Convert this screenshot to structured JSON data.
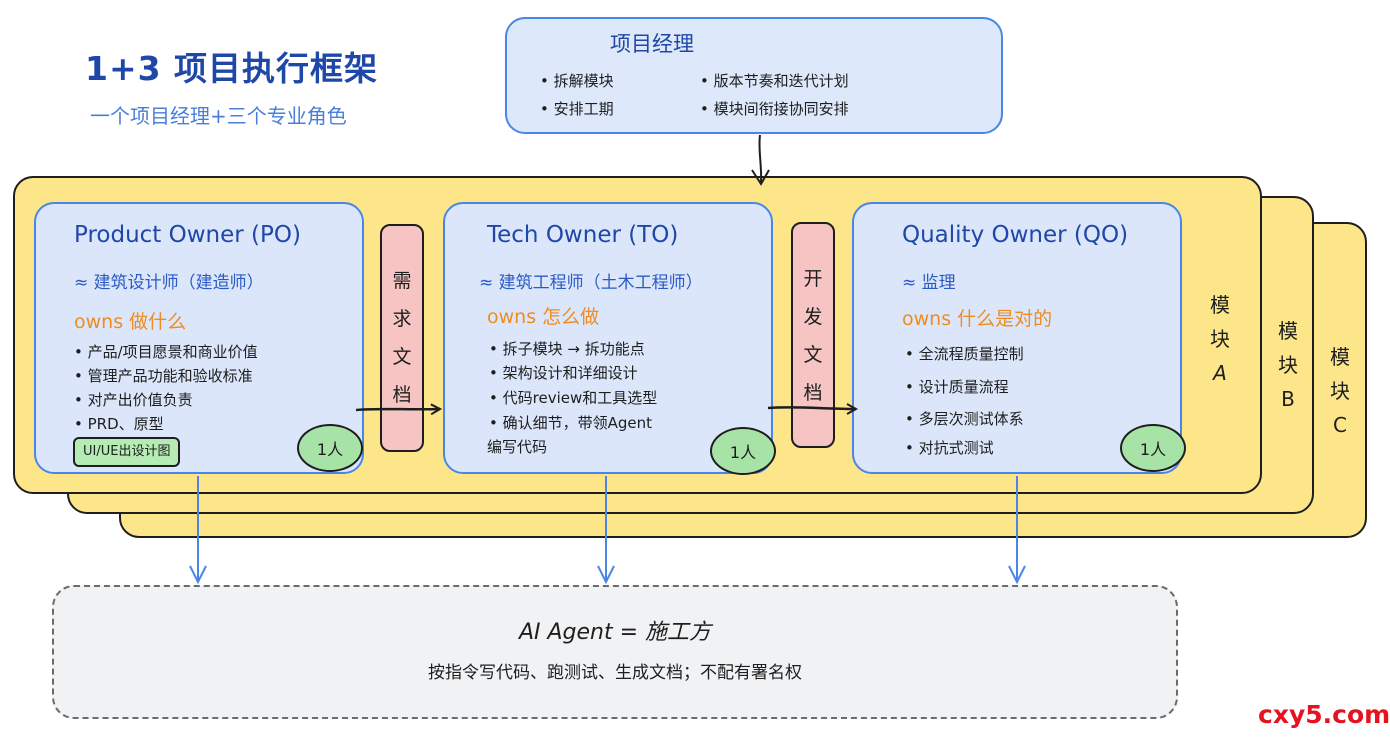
{
  "header": {
    "title": "1+3 项目执行框架",
    "subtitle": "一个项目经理+三个专业角色"
  },
  "project_manager": {
    "title": "项目经理",
    "left_items": [
      "拆解模块",
      "安排工期"
    ],
    "right_items": [
      "版本节奏和迭代计划",
      "模块间衔接协同安排"
    ]
  },
  "modules": [
    {
      "label": [
        "模",
        "块",
        "A"
      ]
    },
    {
      "label": [
        "模",
        "块",
        "B"
      ]
    },
    {
      "label": [
        "模",
        "块",
        "C"
      ]
    }
  ],
  "roles": [
    {
      "title": "Product Owner (PO)",
      "analogy": "≈ 建筑设计师（建造师）",
      "owns": "owns 做什么",
      "items": [
        "产品/项目愿景和商业价值",
        "管理产品功能和验收标准",
        "对产出价值负责",
        "PRD、原型"
      ],
      "tag": "UI/UE出设计图",
      "headcount": "1人"
    },
    {
      "title": "Tech Owner (TO)",
      "analogy": "≈ 建筑工程师（土木工程师）",
      "owns": "owns 怎么做",
      "items": [
        "拆子模块 → 拆功能点",
        "架构设计和详细设计",
        "代码review和工具选型",
        "确认细节，带领Agent"
      ],
      "continuation": "编写代码",
      "headcount": "1人"
    },
    {
      "title": "Quality Owner (QO)",
      "analogy": "≈ 监理",
      "owns": "owns 什么是对的",
      "items": [
        "全流程质量控制",
        "设计质量流程",
        "多层次测试体系",
        "对抗式测试"
      ],
      "headcount": "1人"
    }
  ],
  "handoffs": [
    {
      "label": [
        "需",
        "求",
        "文",
        "档"
      ]
    },
    {
      "label": [
        "开",
        "发",
        "文",
        "档"
      ]
    }
  ],
  "agent": {
    "title": "AI Agent = 施工方",
    "description": "按指令写代码、跑测试、生成文档；不配有署名权"
  },
  "watermark": "cxy5.com",
  "colors": {
    "accent_blue": "#4a86e8",
    "title_blue": "#1f47a8",
    "owns_orange": "#f08c1e",
    "module_yellow": "#fde68a",
    "doc_pink": "#f7c4c4",
    "badge_green": "#a7e2a7",
    "watermark_red": "#e5121f"
  }
}
